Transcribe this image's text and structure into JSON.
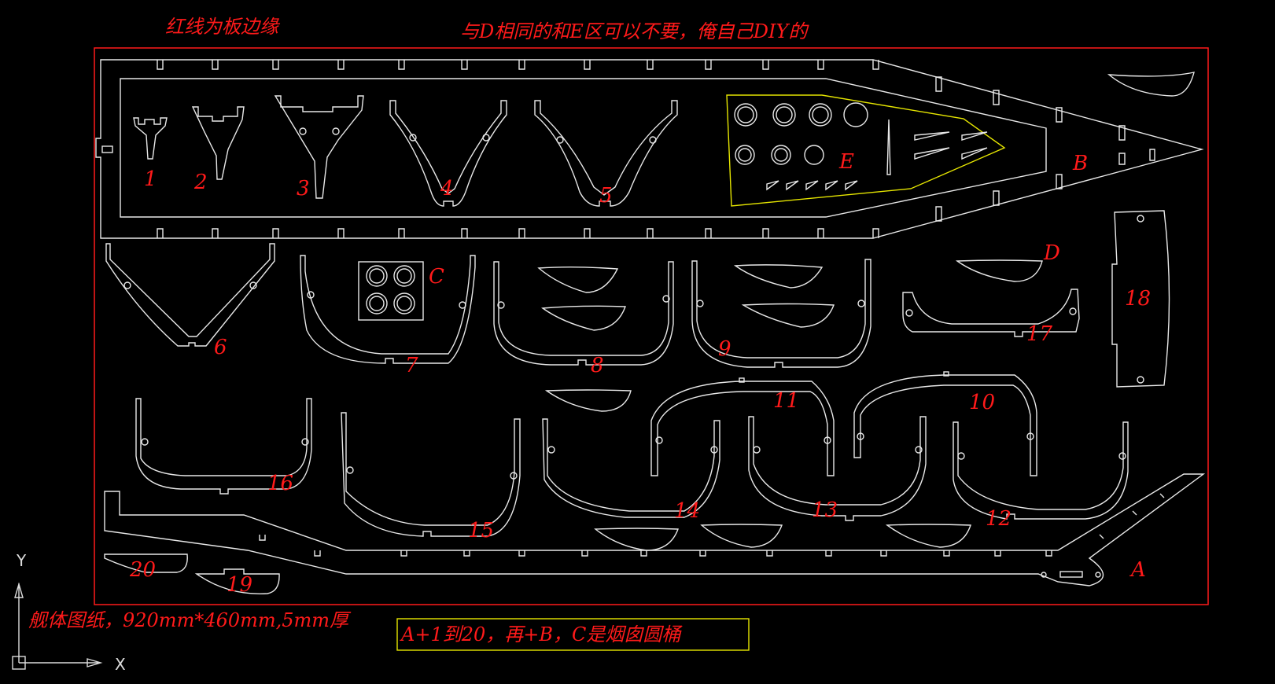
{
  "notes": {
    "board_edge": "红线为板边缘",
    "top_note": "与D相同的和E区可以不要，俺自己DIY的",
    "spec": "舰体图纸，920mm*460mm,5mm厚",
    "assembly": "A+1到20，再+B，C是烟囱圆桶"
  },
  "part_labels": {
    "p1": "1",
    "p2": "2",
    "p3": "3",
    "p4": "4",
    "p5": "5",
    "p6": "6",
    "p7": "7",
    "p8": "8",
    "p9": "9",
    "p10": "10",
    "p11": "11",
    "p12": "12",
    "p13": "13",
    "p14": "14",
    "p15": "15",
    "p16": "16",
    "p17": "17",
    "p18": "18",
    "p19": "19",
    "p20": "20",
    "A": "A",
    "B": "B",
    "C": "C",
    "D": "D",
    "E": "E"
  },
  "ucs": {
    "x": "X",
    "y": "Y"
  },
  "colors": {
    "background": "#000000",
    "board_edge": "#ff1a1a",
    "label": "#ff1a1a",
    "cut_line": "#e8e8e8",
    "e_zone": "#e6e600",
    "note_box": "#e6e600"
  }
}
